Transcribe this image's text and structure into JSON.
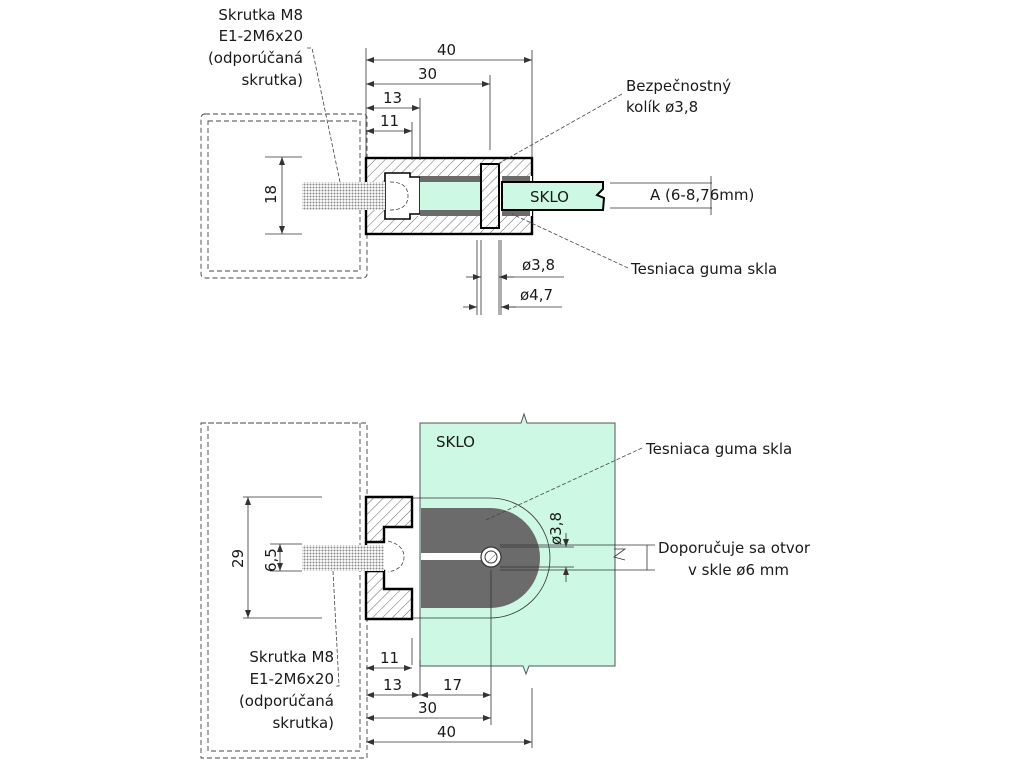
{
  "colors": {
    "glass": "#ccf8e4",
    "rubber": "#6b6b6b",
    "outline": "#000000",
    "dimension_line": "#333333"
  },
  "top_view": {
    "screw_label": [
      "Skrutka M8",
      "E1-2M6x20",
      "(odporúčaná",
      "skrutka)"
    ],
    "dims_horizontal": [
      "40",
      "30",
      "13",
      "11"
    ],
    "dim_vertical": "18",
    "glass_label": "SKLO",
    "glass_thickness": "A (6-8,76mm)",
    "pin_label": [
      "Bezpečnostný",
      "kolík ø3,8"
    ],
    "gasket_label": "Tesniaca guma skla",
    "pin_diameter": "ø3,8",
    "hole_diameter": "ø4,7"
  },
  "bottom_view": {
    "glass_label": "SKLO",
    "gasket_label": "Tesniaca guma skla",
    "pin_diameter": "ø3,8",
    "hole_recommendation": [
      "Doporučuje sa otvor",
      "v skle ø6 mm"
    ],
    "dim_vertical_outer": "29",
    "dim_vertical_inner": "6,5",
    "screw_label": [
      "Skrutka M8",
      "E1-2M6x20",
      "(odporúčaná",
      "skrutka)"
    ],
    "dims_horizontal": [
      "11",
      "13",
      "17",
      "30",
      "40"
    ]
  }
}
